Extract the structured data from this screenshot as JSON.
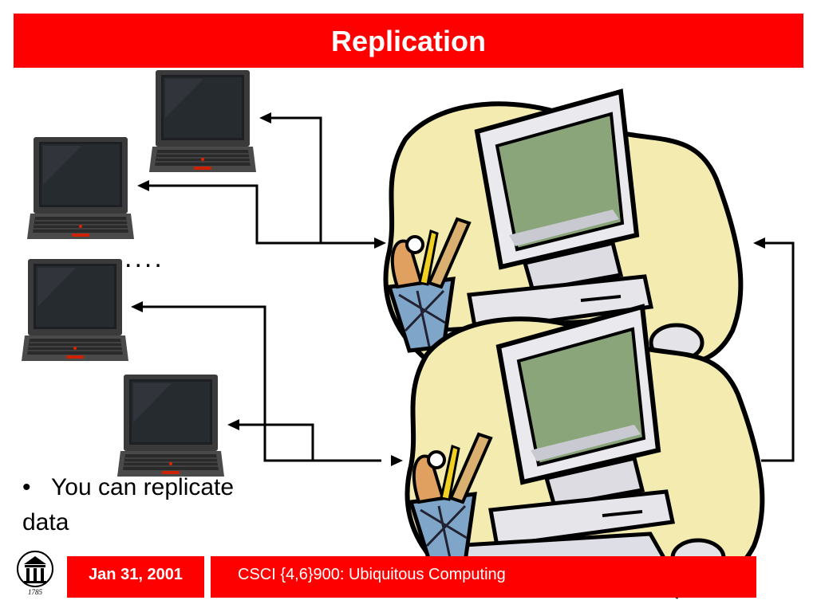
{
  "slide": {
    "title": "Replication",
    "ellipsis": "....",
    "bullet_marker": "•",
    "bullet_text_line1": "You can replicate",
    "bullet_text_line2": "data"
  },
  "footer": {
    "date": "Jan 31, 2001",
    "course": "CSCI {4,6}900: Ubiquitous Computing",
    "logo_year": "1785"
  },
  "colors": {
    "accent": "#ff0000",
    "text": "#000000",
    "title_text": "#ffffff"
  },
  "icons": [
    "laptop-icon",
    "desktop-computer-icon",
    "university-arch-logo"
  ]
}
